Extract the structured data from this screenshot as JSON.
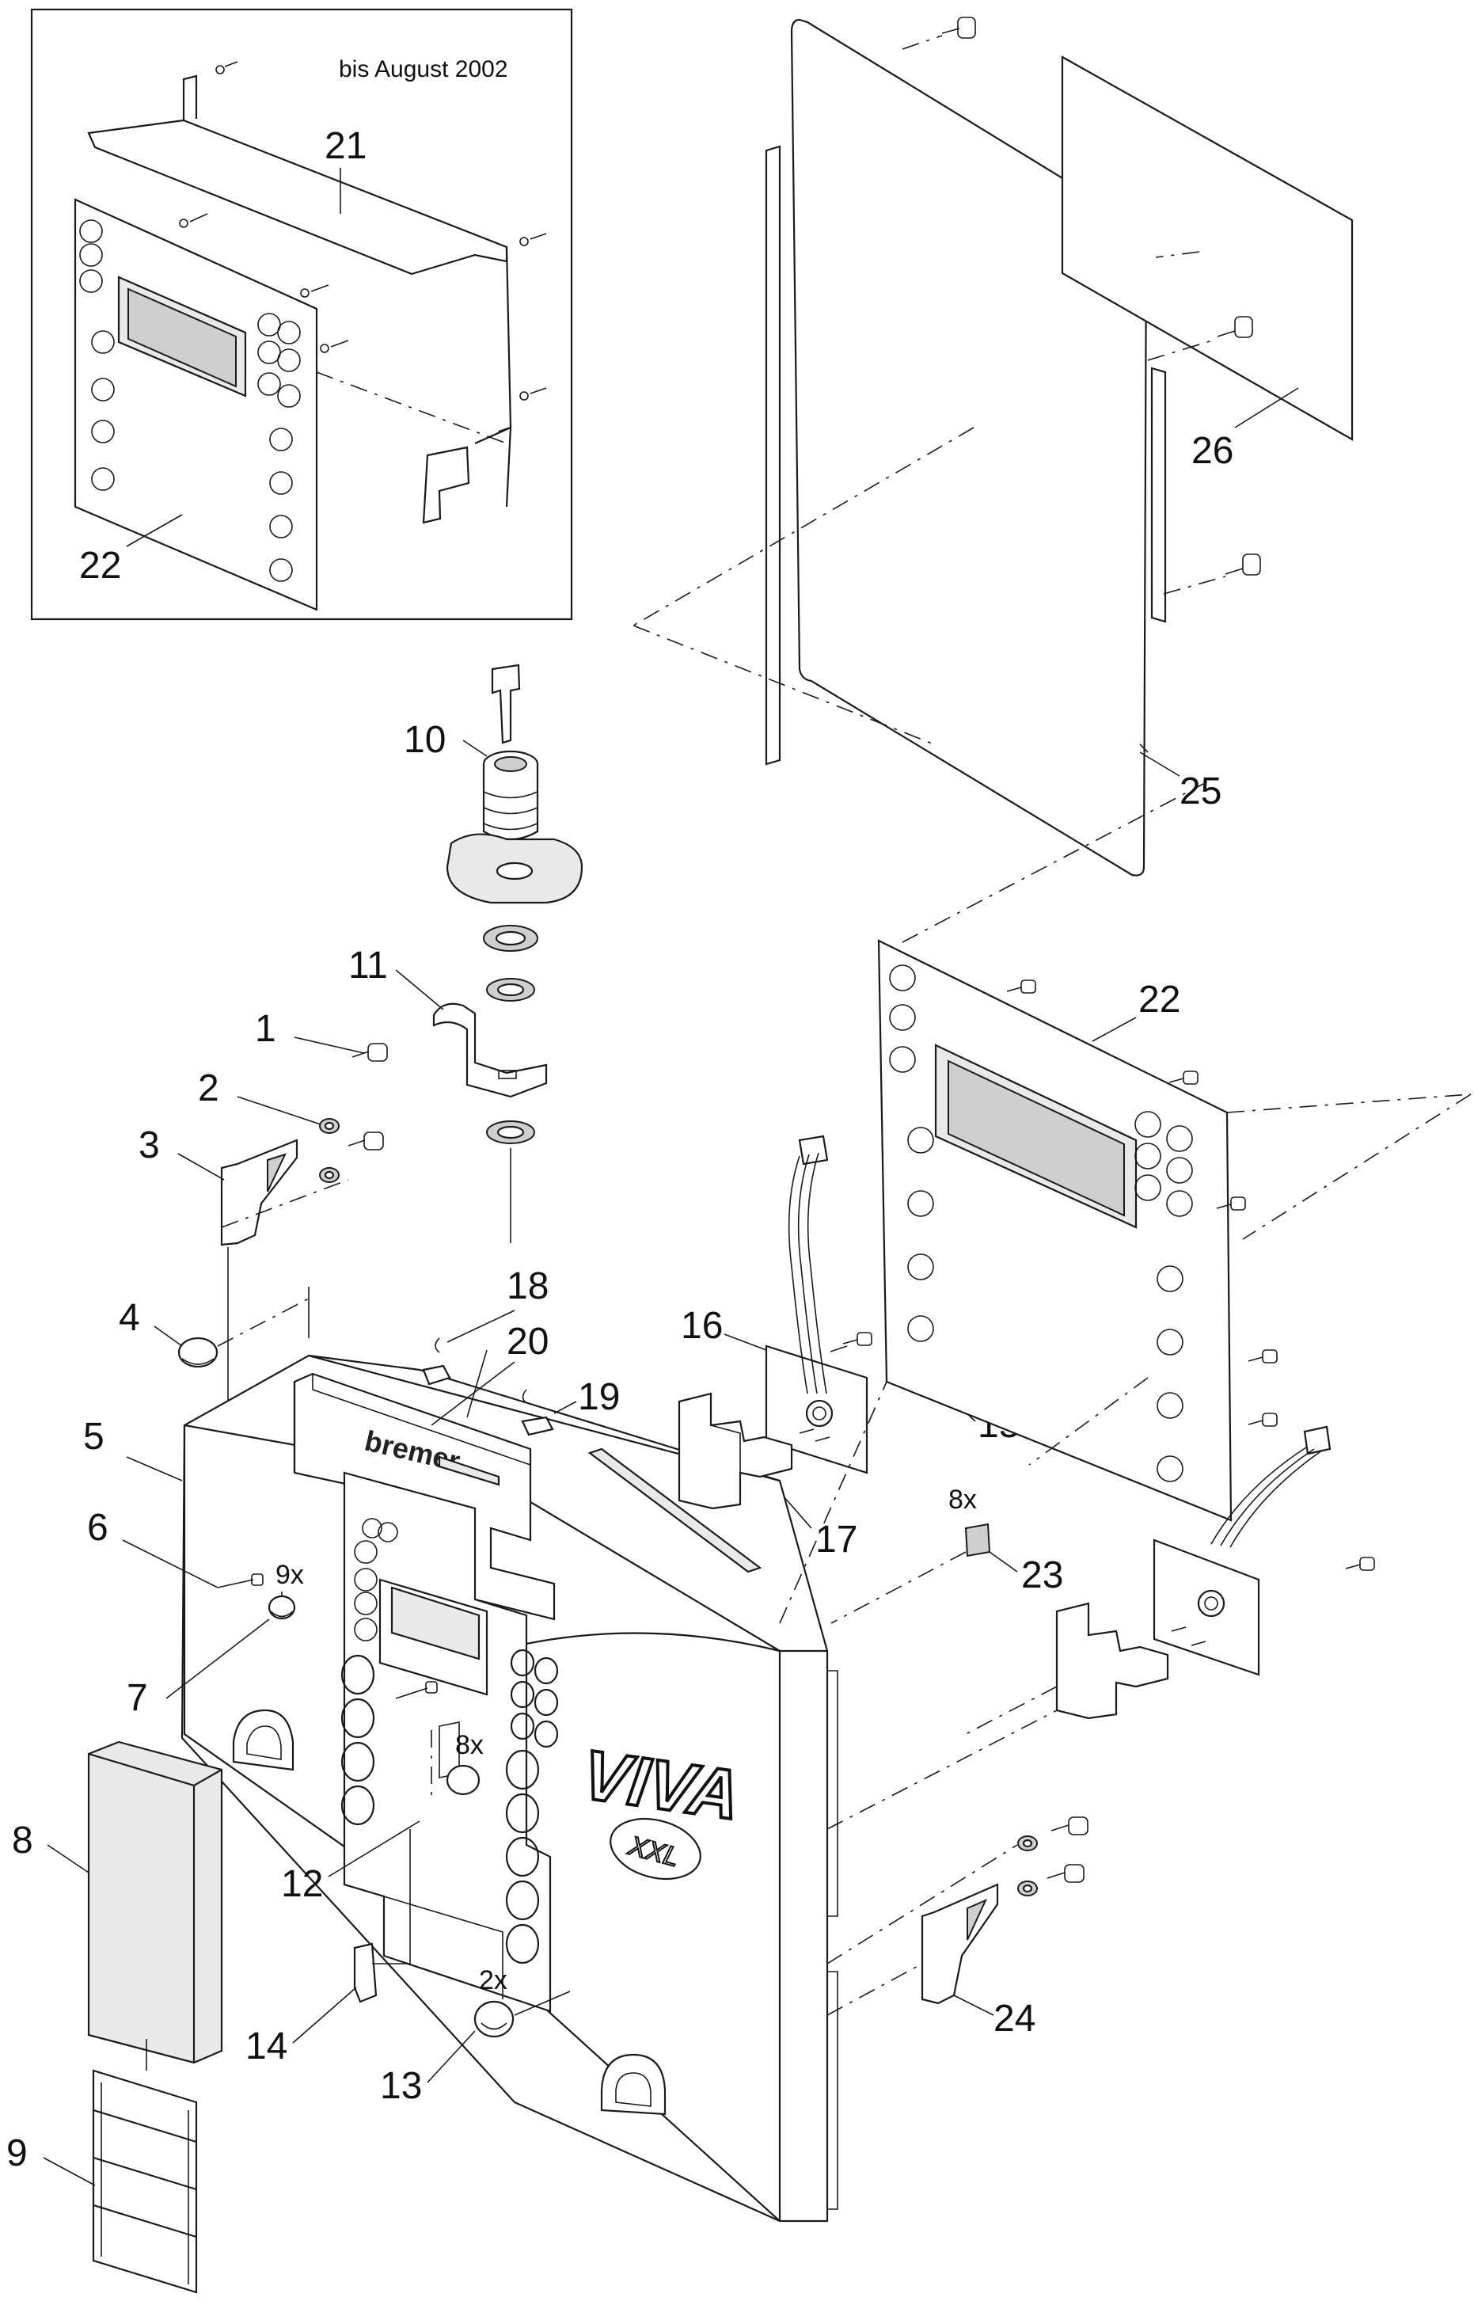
{
  "inset_note": "bis August 2002",
  "brand_text": "bremer",
  "logo_main": "VIVA",
  "logo_sub": "XXL",
  "part_labels": {
    "p1": "1",
    "p2": "2",
    "p3": "3",
    "p4": "4",
    "p5": "5",
    "p6": "6",
    "p7": "7",
    "p8": "8",
    "p9": "9",
    "p10": "10",
    "p11": "11",
    "p12": "12",
    "p13": "13",
    "p14": "14",
    "p15": "15",
    "p16": "16",
    "p17": "17",
    "p18": "18",
    "p19": "19",
    "p20": "20",
    "p21": "21",
    "p22_inset": "22",
    "p22_main": "22",
    "p23": "23",
    "p24": "24",
    "p25": "25",
    "p26": "26"
  },
  "quantities": {
    "q7": "9x",
    "q12": "8x",
    "q13": "2x",
    "q23": "8x"
  },
  "icons": [
    "key-icon",
    "lock-cylinder-icon",
    "screw-icon",
    "washer-icon",
    "knob-icon",
    "display-icon",
    "connector-icon"
  ]
}
